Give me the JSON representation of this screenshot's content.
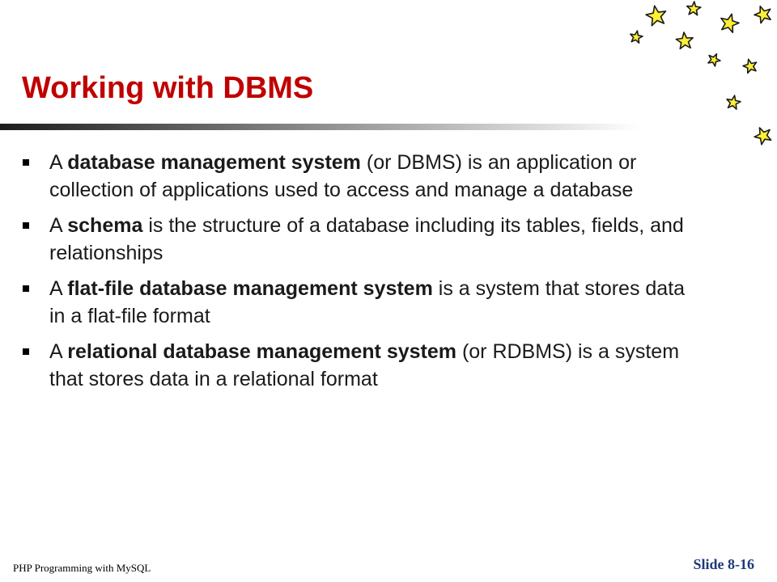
{
  "slide": {
    "title": "Working with DBMS",
    "bullets": [
      {
        "parts": [
          {
            "text": "A ",
            "bold": false
          },
          {
            "text": "database management system",
            "bold": true
          },
          {
            "text": " (or DBMS) is an application or collection of applications used to access and manage a database",
            "bold": false
          }
        ]
      },
      {
        "parts": [
          {
            "text": "A ",
            "bold": false
          },
          {
            "text": "schema",
            "bold": true
          },
          {
            "text": " is the structure of a database including its tables, fields, and relationships",
            "bold": false
          }
        ]
      },
      {
        "parts": [
          {
            "text": "A ",
            "bold": false
          },
          {
            "text": "flat-file database management system",
            "bold": true
          },
          {
            "text": " is a system that stores data in a flat-file format",
            "bold": false
          }
        ]
      },
      {
        "parts": [
          {
            "text": "A ",
            "bold": false
          },
          {
            "text": "relational database management system",
            "bold": true
          },
          {
            "text": " (or RDBMS) is a system that stores data in a relational format",
            "bold": false
          }
        ]
      }
    ]
  },
  "footer": {
    "left": "PHP Programming with MySQL",
    "right": "Slide 8-16"
  },
  "colors": {
    "title": "#c00000",
    "slide_number": "#1f3a7a",
    "star_fill": "#ffee33",
    "star_outline": "#1a1a1a"
  },
  "decoration": {
    "icon": "star-icon"
  }
}
